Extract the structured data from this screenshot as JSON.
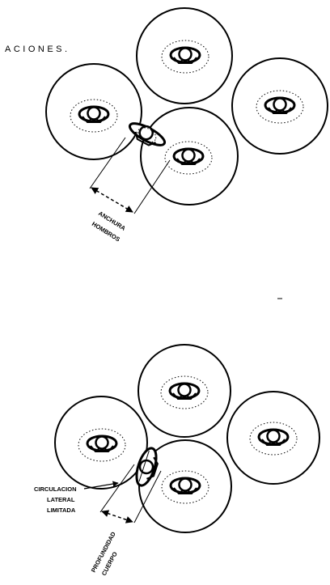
{
  "top_diagram": {
    "heading": "ACIONES.",
    "dimension_label_line1": "ANCHURA",
    "dimension_label_line2": "HOMBROS"
  },
  "bottom_diagram": {
    "side_label_line1": "CIRCULACION",
    "side_label_line2": "LATERAL",
    "side_label_line3": "LIMITADA",
    "dimension_label_line1": "PROFUNDIDAD",
    "dimension_label_line2": "CUERPO"
  },
  "colors": {
    "ink": "#000000",
    "paper": "#ffffff"
  },
  "icons": [
    "person-top-view-icon",
    "dimension-arrow-icon"
  ]
}
